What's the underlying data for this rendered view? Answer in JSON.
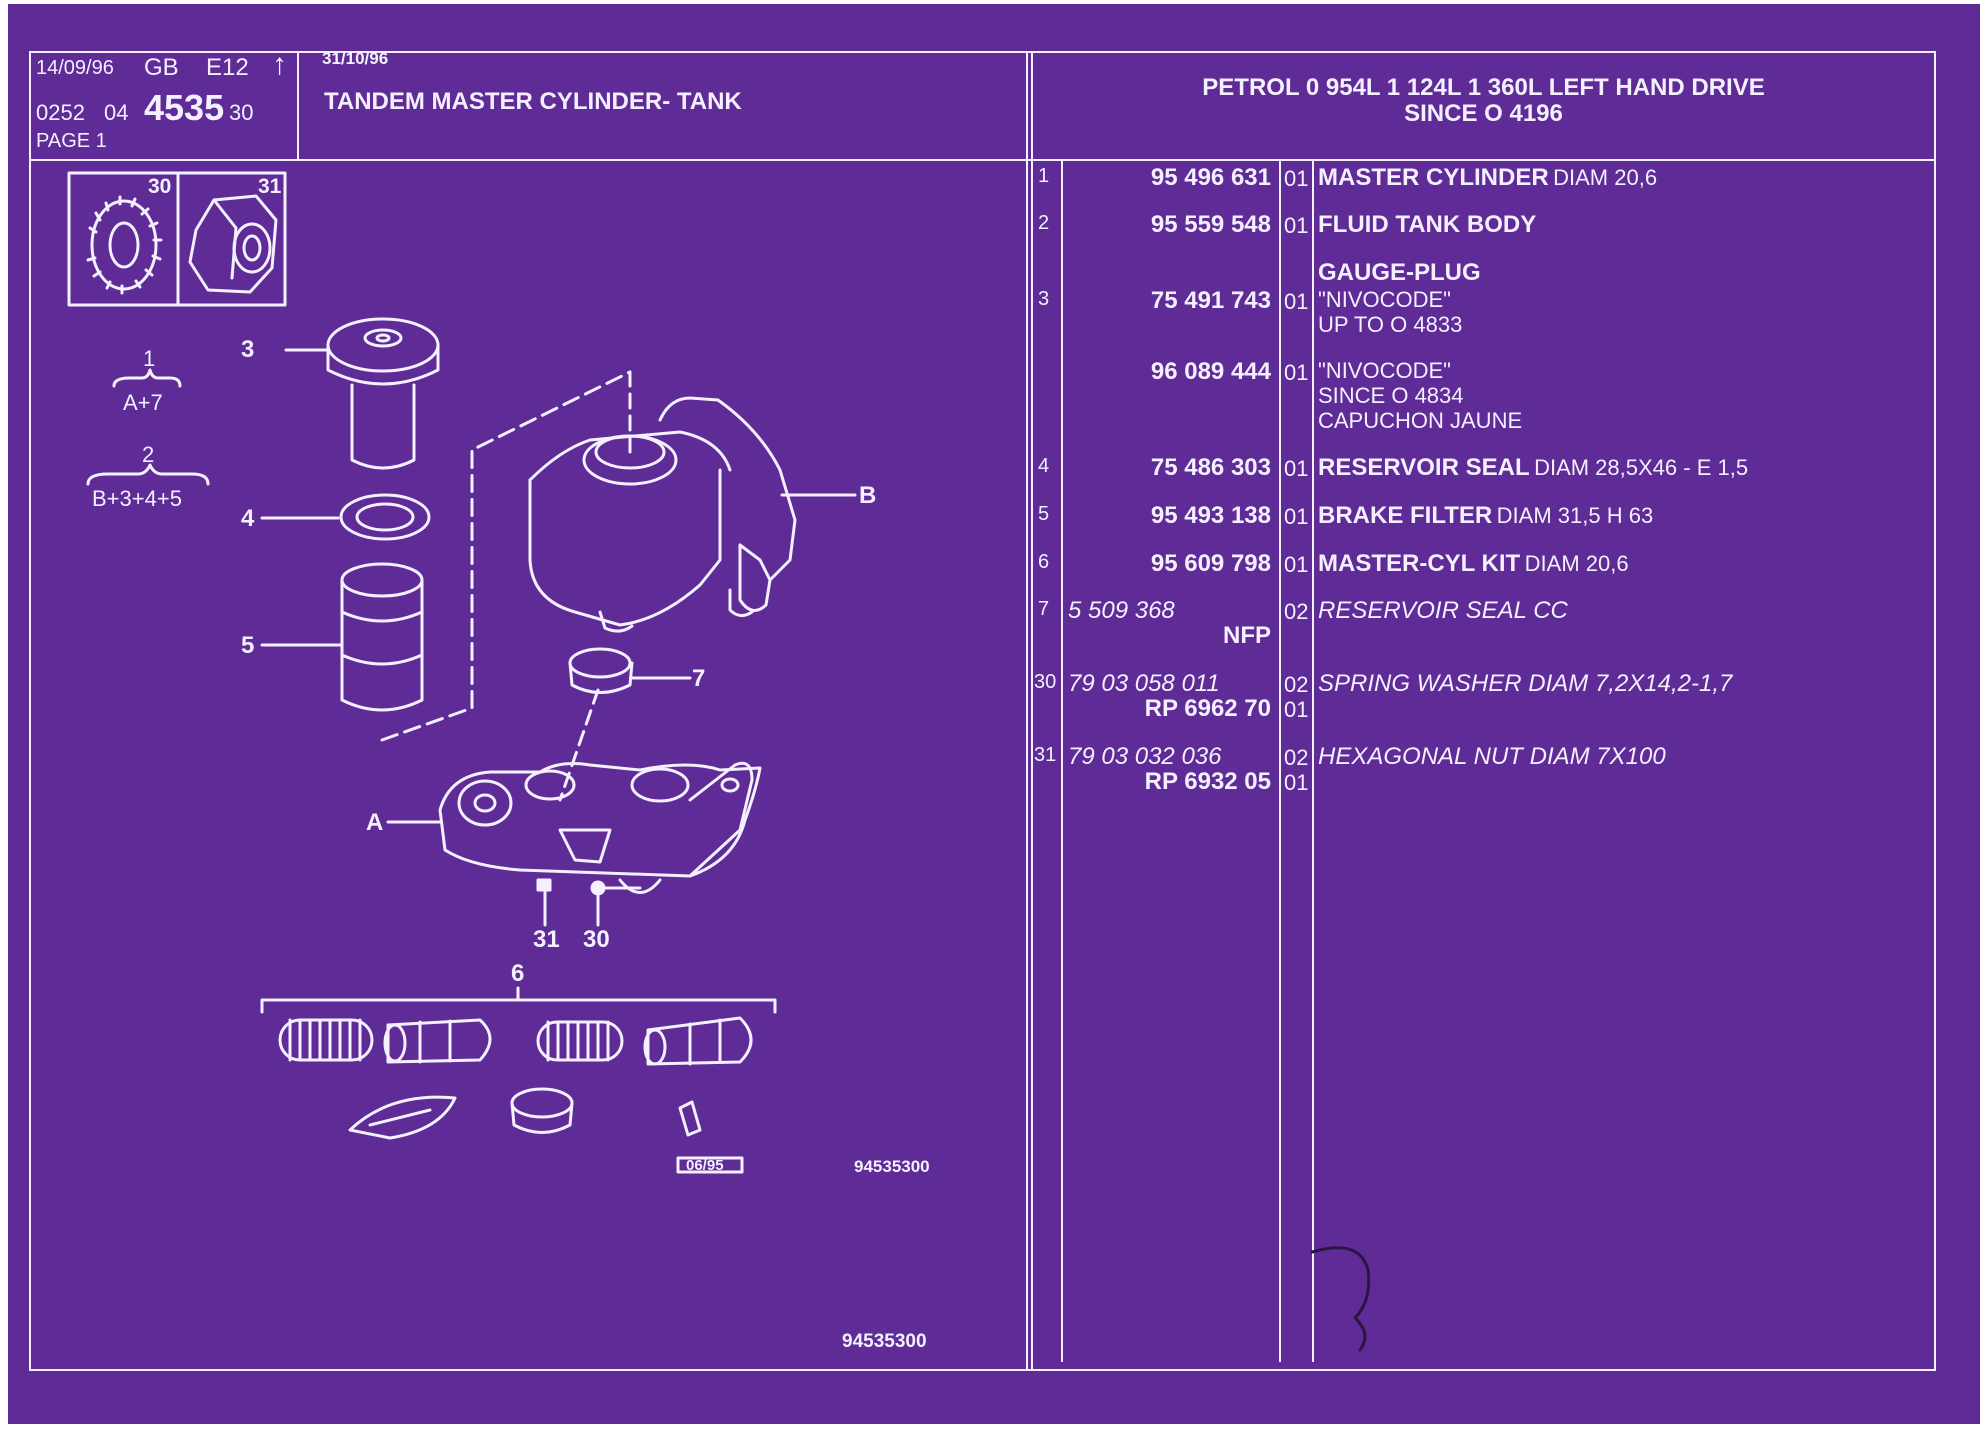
{
  "header": {
    "date": "14/09/96",
    "lang": "GB",
    "code": "E12",
    "arrow": "↑",
    "ref_a": "0252",
    "ref_b": "04",
    "ref_main": "4535",
    "ref_c": "30",
    "page": "PAGE 1",
    "date2": "31/10/96",
    "title": "TANDEM MASTER CYLINDER- TANK",
    "application_line1": "PETROL 0 954L 1 124L 1 360L LEFT HAND DRIVE",
    "application_line2": "SINCE O 4196"
  },
  "diagram": {
    "inset_labels": [
      "30",
      "31"
    ],
    "group1_num": "1",
    "group1_formula": "A+7",
    "group2_num": "2",
    "group2_formula": "B+3+4+5",
    "callouts": {
      "c3": "3",
      "c4": "4",
      "c5": "5",
      "c7": "7",
      "cB": "B",
      "cA": "A",
      "c31": "31",
      "c30": "30",
      "c6": "6"
    },
    "stamp_date": "06/95",
    "drawing_no": "94535300",
    "footer_no": "94535300"
  },
  "parts": [
    {
      "num": "1",
      "ref": "95 496 631",
      "qty": "01",
      "name": "MASTER CYLINDER",
      "detail": "DIAM 20,6"
    },
    {
      "num": "2",
      "ref": "95 559 548",
      "qty": "01",
      "name": "FLUID TANK BODY",
      "detail": ""
    },
    {
      "num": "3",
      "ref": "75 491 743",
      "qty": "01",
      "name": "GAUGE-PLUG",
      "detail": "\"NIVOCODE\"",
      "detail2": "UP TO O 4833"
    },
    {
      "num": "",
      "ref": "96 089 444",
      "qty": "01",
      "detail": "\"NIVOCODE\"",
      "detail2": "SINCE O 4834",
      "detail3": "CAPUCHON JAUNE"
    },
    {
      "num": "4",
      "ref": "75 486 303",
      "qty": "01",
      "name": "RESERVOIR SEAL",
      "detail": "DIAM 28,5X46 - E 1,5"
    },
    {
      "num": "5",
      "ref": "95 493 138",
      "qty": "01",
      "name": "BRAKE FILTER",
      "detail": "DIAM 31,5 H 63"
    },
    {
      "num": "6",
      "ref": "95 609 798",
      "qty": "01",
      "name": "MASTER-CYL KIT",
      "detail": "DIAM 20,6"
    },
    {
      "num": "7",
      "ref": "5 509 368",
      "ref2": "NFP",
      "qty": "02",
      "name": "RESERVOIR SEAL CC"
    },
    {
      "num": "30",
      "ref": "79 03 058 011",
      "ref2": "RP 6962 70",
      "qty": "02",
      "qty2": "01",
      "name": "SPRING WASHER DIAM 7,2X14,2-1,7"
    },
    {
      "num": "31",
      "ref": "79 03 032 036",
      "ref2": "RP 6932 05",
      "qty": "02",
      "qty2": "01",
      "name": "HEXAGONAL NUT DIAM 7X100"
    }
  ],
  "colors": {
    "background": "#5e2b97",
    "line": "#f4f0ff",
    "paper": "#ffffff"
  }
}
